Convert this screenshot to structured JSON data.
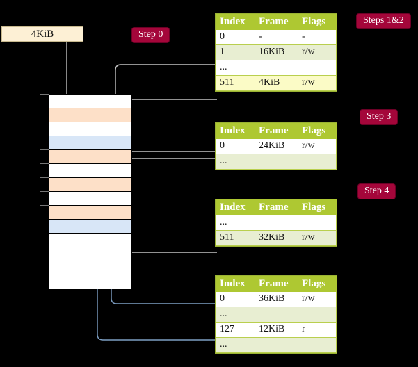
{
  "source_box": {
    "label": "4KiB"
  },
  "steps": {
    "step0": "Step 0",
    "steps12": "Steps 1&2",
    "step3": "Step 3",
    "step4": "Step 4"
  },
  "memory_column": {
    "rows": [
      {
        "index": 0,
        "fill": "white"
      },
      {
        "index": 1,
        "fill": "orange"
      },
      {
        "index": 2,
        "fill": "white"
      },
      {
        "index": 3,
        "fill": "blue"
      },
      {
        "index": 4,
        "fill": "orange"
      },
      {
        "index": 5,
        "fill": "white"
      },
      {
        "index": 6,
        "fill": "orange"
      },
      {
        "index": 7,
        "fill": "white"
      },
      {
        "index": 8,
        "fill": "orange"
      },
      {
        "index": 9,
        "fill": "blue"
      },
      {
        "index": 10,
        "fill": "white"
      },
      {
        "index": 11,
        "fill": "white"
      },
      {
        "index": 12,
        "fill": "white"
      },
      {
        "index": 13,
        "fill": "white"
      }
    ]
  },
  "tables": [
    {
      "id": "table-1",
      "headers": {
        "index": "Index",
        "frame": "Frame",
        "flags": "Flags"
      },
      "rows": [
        {
          "index": "0",
          "frame": "-",
          "flags": "-",
          "style": "plain"
        },
        {
          "index": "1",
          "frame": "16KiB",
          "flags": "r/w",
          "style": "alt"
        },
        {
          "index": "...",
          "frame": "",
          "flags": "",
          "style": "plain"
        },
        {
          "index": "511",
          "frame": "4KiB",
          "flags": "r/w",
          "style": "hl"
        }
      ]
    },
    {
      "id": "table-2",
      "headers": {
        "index": "Index",
        "frame": "Frame",
        "flags": "Flags"
      },
      "rows": [
        {
          "index": "0",
          "frame": "24KiB",
          "flags": "r/w",
          "style": "plain"
        },
        {
          "index": "...",
          "frame": "",
          "flags": "",
          "style": "alt"
        }
      ]
    },
    {
      "id": "table-3",
      "headers": {
        "index": "Index",
        "frame": "Frame",
        "flags": "Flags"
      },
      "rows": [
        {
          "index": "...",
          "frame": "",
          "flags": "",
          "style": "plain"
        },
        {
          "index": "511",
          "frame": "32KiB",
          "flags": "r/w",
          "style": "alt"
        }
      ]
    },
    {
      "id": "table-4",
      "headers": {
        "index": "Index",
        "frame": "Frame",
        "flags": "Flags"
      },
      "rows": [
        {
          "index": "0",
          "frame": "36KiB",
          "flags": "r/w",
          "style": "plain"
        },
        {
          "index": "...",
          "frame": "",
          "flags": "",
          "style": "alt"
        },
        {
          "index": "127",
          "frame": "12KiB",
          "flags": "r",
          "style": "plain"
        },
        {
          "index": "...",
          "frame": "",
          "flags": "",
          "style": "alt"
        }
      ]
    }
  ],
  "colors": {
    "background": "#000000",
    "chip": "#a4063a",
    "table_header": "#aec832",
    "table_alt_row": "#e8eed2",
    "table_highlight": "#fbfbc6",
    "memory_orange": "#fde0c8",
    "memory_blue": "#d8e6f7",
    "source_box": "#fdf0d5",
    "wire_grey": "#b9b9b9",
    "wire_blue": "#7d9fc4"
  }
}
